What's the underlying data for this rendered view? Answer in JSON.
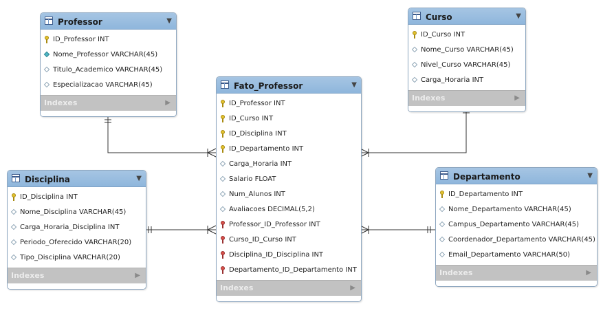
{
  "tables": {
    "professor": {
      "title": "Professor",
      "columns": [
        {
          "text": "ID_Professor INT",
          "key": "pk"
        },
        {
          "text": "Nome_Professor VARCHAR(45)",
          "key": "nn"
        },
        {
          "text": "Titulo_Academico VARCHAR(45)",
          "key": "col"
        },
        {
          "text": "Especializacao VARCHAR(45)",
          "key": "col"
        }
      ],
      "indexes": "Indexes"
    },
    "curso": {
      "title": "Curso",
      "columns": [
        {
          "text": "ID_Curso INT",
          "key": "pk"
        },
        {
          "text": "Nome_Curso VARCHAR(45)",
          "key": "col"
        },
        {
          "text": "Nivel_Curso VARCHAR(45)",
          "key": "col"
        },
        {
          "text": "Carga_Horaria INT",
          "key": "col"
        }
      ],
      "indexes": "Indexes"
    },
    "fato_professor": {
      "title": "Fato_Professor",
      "columns": [
        {
          "text": "ID_Professor INT",
          "key": "pk"
        },
        {
          "text": "ID_Curso INT",
          "key": "pk"
        },
        {
          "text": "ID_Disciplina INT",
          "key": "pk"
        },
        {
          "text": "ID_Departamento INT",
          "key": "pk"
        },
        {
          "text": "Carga_Horaria INT",
          "key": "col"
        },
        {
          "text": "Salario FLOAT",
          "key": "col"
        },
        {
          "text": "Num_Alunos INT",
          "key": "col"
        },
        {
          "text": "Avaliacoes DECIMAL(5,2)",
          "key": "col"
        },
        {
          "text": "Professor_ID_Professor INT",
          "key": "fk"
        },
        {
          "text": "Curso_ID_Curso INT",
          "key": "fk"
        },
        {
          "text": "Disciplina_ID_Disciplina INT",
          "key": "fk"
        },
        {
          "text": "Departamento_ID_Departamento INT",
          "key": "fk"
        }
      ],
      "indexes": "Indexes"
    },
    "disciplina": {
      "title": "Disciplina",
      "columns": [
        {
          "text": "ID_Disciplina INT",
          "key": "pk"
        },
        {
          "text": "Nome_Disciplina VARCHAR(45)",
          "key": "col"
        },
        {
          "text": "Carga_Horaria_Disciplina INT",
          "key": "col"
        },
        {
          "text": "Periodo_Oferecido VARCHAR(20)",
          "key": "col"
        },
        {
          "text": "Tipo_Disciplina VARCHAR(20)",
          "key": "col"
        }
      ],
      "indexes": "Indexes"
    },
    "departamento": {
      "title": "Departamento",
      "columns": [
        {
          "text": "ID_Departamento INT",
          "key": "pk"
        },
        {
          "text": "Nome_Departamento VARCHAR(45)",
          "key": "col"
        },
        {
          "text": "Campus_Departamento VARCHAR(45)",
          "key": "col"
        },
        {
          "text": "Coordenador_Departamento VARCHAR(45)",
          "key": "col"
        },
        {
          "text": "Email_Departamento VARCHAR(50)",
          "key": "col"
        }
      ],
      "indexes": "Indexes"
    }
  },
  "relationships": [
    {
      "from": "professor",
      "to": "fato_professor",
      "cardinality": "one-to-many"
    },
    {
      "from": "curso",
      "to": "fato_professor",
      "cardinality": "one-to-many"
    },
    {
      "from": "disciplina",
      "to": "fato_professor",
      "cardinality": "one-to-many"
    },
    {
      "from": "departamento",
      "to": "fato_professor",
      "cardinality": "one-to-many"
    }
  ],
  "colors": {
    "header": "#9bbfe0",
    "indexes_bar": "#c2c2c2",
    "line": "#333333",
    "pk_key": "#e3c22f",
    "fk_key": "#d8504a",
    "not_null": "#4fb7c5"
  },
  "icons": [
    "table-icon",
    "collapse-arrow-icon",
    "primary-key-icon",
    "foreign-key-icon",
    "column-icon",
    "expand-arrow-icon"
  ]
}
